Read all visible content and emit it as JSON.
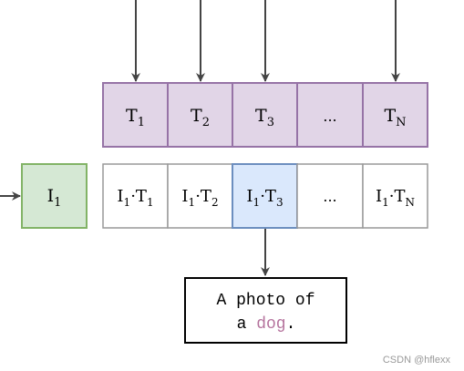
{
  "text_tokens": [
    {
      "base": "T",
      "sub": "1"
    },
    {
      "base": "T",
      "sub": "2"
    },
    {
      "base": "T",
      "sub": "3"
    },
    {
      "base": "...",
      "sub": ""
    },
    {
      "base": "T",
      "sub": "N"
    }
  ],
  "image_token": {
    "base": "I",
    "sub": "1"
  },
  "products": [
    {
      "a": "I",
      "a_sub": "1",
      "b": "T",
      "b_sub": "1",
      "highlight": false
    },
    {
      "a": "I",
      "a_sub": "1",
      "b": "T",
      "b_sub": "2",
      "highlight": false
    },
    {
      "a": "I",
      "a_sub": "1",
      "b": "T",
      "b_sub": "3",
      "highlight": true
    },
    {
      "ellipsis": "...",
      "highlight": false
    },
    {
      "a": "I",
      "a_sub": "1",
      "b": "T",
      "b_sub": "N",
      "highlight": false
    }
  ],
  "dot": "·",
  "caption": {
    "line1": "A photo of",
    "line2_prefix": "a ",
    "line2_highlight": "dog",
    "line2_suffix": "."
  },
  "watermark": "CSDN @hflexx",
  "colors": {
    "text_token_fill": "#e1d5e7",
    "text_token_stroke": "#9673a6",
    "image_token_fill": "#d5e8d4",
    "image_token_stroke": "#82b366",
    "highlight_fill": "#dae8fc",
    "highlight_stroke": "#6c8ebf",
    "plain_stroke": "#999999",
    "arrow": "#444444",
    "dog_text": "#b5739d"
  }
}
